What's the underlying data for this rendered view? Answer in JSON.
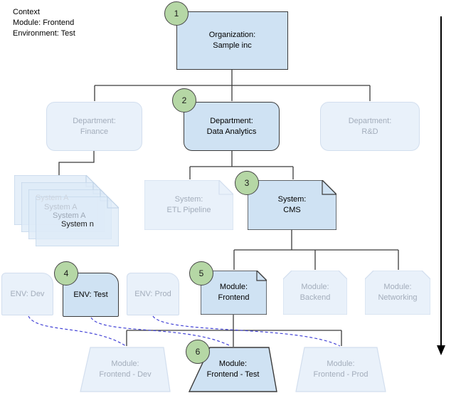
{
  "context": {
    "lines": [
      "Context",
      "Module: Frontend",
      "Environment: Test"
    ]
  },
  "nodes": {
    "organization": {
      "label": "Organization:\nSample inc",
      "badge": "1"
    },
    "dept_finance": {
      "label": "Department:\nFinance"
    },
    "dept_data_analytics": {
      "label": "Department:\nData Analytics",
      "badge": "2"
    },
    "dept_rd": {
      "label": "Department:\nR&D"
    },
    "system_stack": {
      "labels": [
        "System A",
        "System A",
        "System A",
        "System n"
      ]
    },
    "system_etl": {
      "label": "System:\nETL Pipeline"
    },
    "system_cms": {
      "label": "System:\nCMS",
      "badge": "3"
    },
    "env_dev": {
      "label": "ENV: Dev"
    },
    "env_test": {
      "label": "ENV: Test",
      "badge": "4"
    },
    "env_prod": {
      "label": "ENV: Prod"
    },
    "module_frontend": {
      "label": "Module:\nFrontend",
      "badge": "5"
    },
    "module_backend": {
      "label": "Module:\nBackend"
    },
    "module_networking": {
      "label": "Module:\nNetworking"
    },
    "deployed_dev": {
      "label": "Module:\nFrontend - Dev"
    },
    "deployed_test": {
      "label": "Module:\nFrontend - Test",
      "badge": "6"
    },
    "deployed_prod": {
      "label": "Module:\nFrontend - Prod"
    }
  },
  "colors": {
    "highlight_fill": "#cfe2f3",
    "highlight_border": "#3b3b3b",
    "faded_fill": "#e9f1fa",
    "faded_border": "#d2deee",
    "faded_text": "#a3adbb",
    "badge_fill": "#b5d7a5",
    "link": "#3b3b3b",
    "dashed_link": "#4343d6"
  }
}
